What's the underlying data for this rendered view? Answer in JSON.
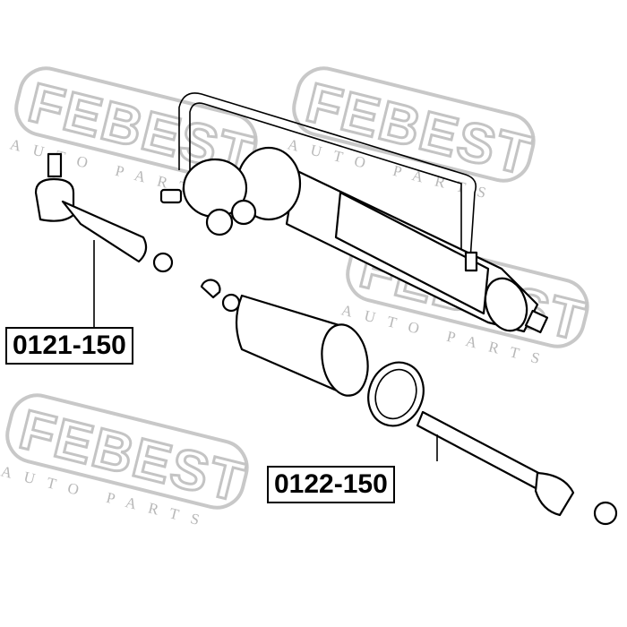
{
  "watermark": {
    "brand": "FEBEST",
    "tagline": "AUTO PARTS"
  },
  "labels": {
    "tie_rod_end": "0121-150",
    "tie_rod": "0122-150"
  }
}
